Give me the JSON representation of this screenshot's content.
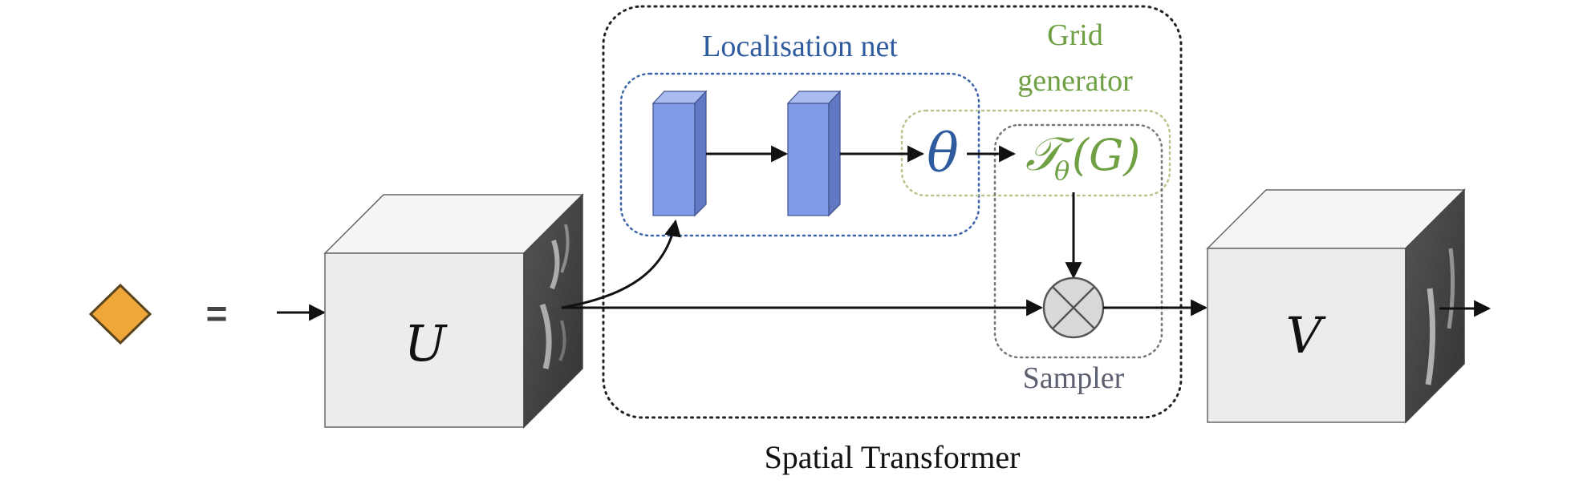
{
  "legend": {
    "equals": "="
  },
  "spatial_transformer": {
    "title": "Spatial Transformer",
    "localisation_label": "Localisation net",
    "grid_label_line1": "Grid",
    "grid_label_line2": "generator",
    "sampler_label": "Sampler",
    "theta": "θ",
    "transform_main": "𝒯",
    "transform_sub": "θ",
    "transform_args": "(G)"
  },
  "input_tensor": {
    "label": "U"
  },
  "output_tensor": {
    "label": "V"
  },
  "colors": {
    "legend_diamond": "#f0a73a",
    "legend_diamond_stroke": "#5a4520",
    "layer_front": "#7f9be6",
    "layer_side": "#6178c2",
    "layer_top": "#a9bcf0",
    "localisation_text": "#2e5b9e",
    "grid_text": "#6fa043",
    "sampler_text": "#5c5f70",
    "box_front": "#eeeeee",
    "box_top": "#f7f7f7",
    "box_side": "#444444"
  }
}
